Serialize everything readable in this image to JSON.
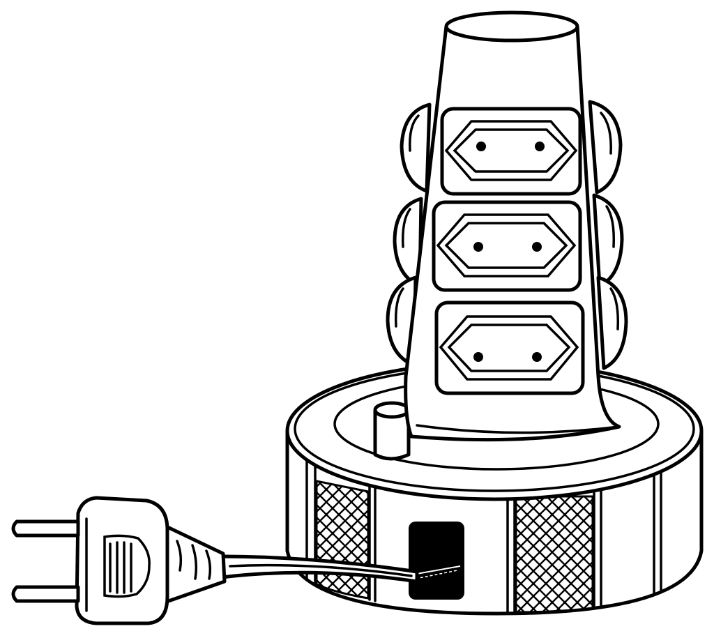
{
  "colors": {
    "line": "#000000",
    "background": "#ffffff",
    "switch": "#000000"
  },
  "parts": [
    "tower-body",
    "outlet-socket",
    "side-socket",
    "base-reel",
    "mesh-vent",
    "switch-panel",
    "power-cord",
    "plug",
    "plug-prongs",
    "base-knob"
  ]
}
